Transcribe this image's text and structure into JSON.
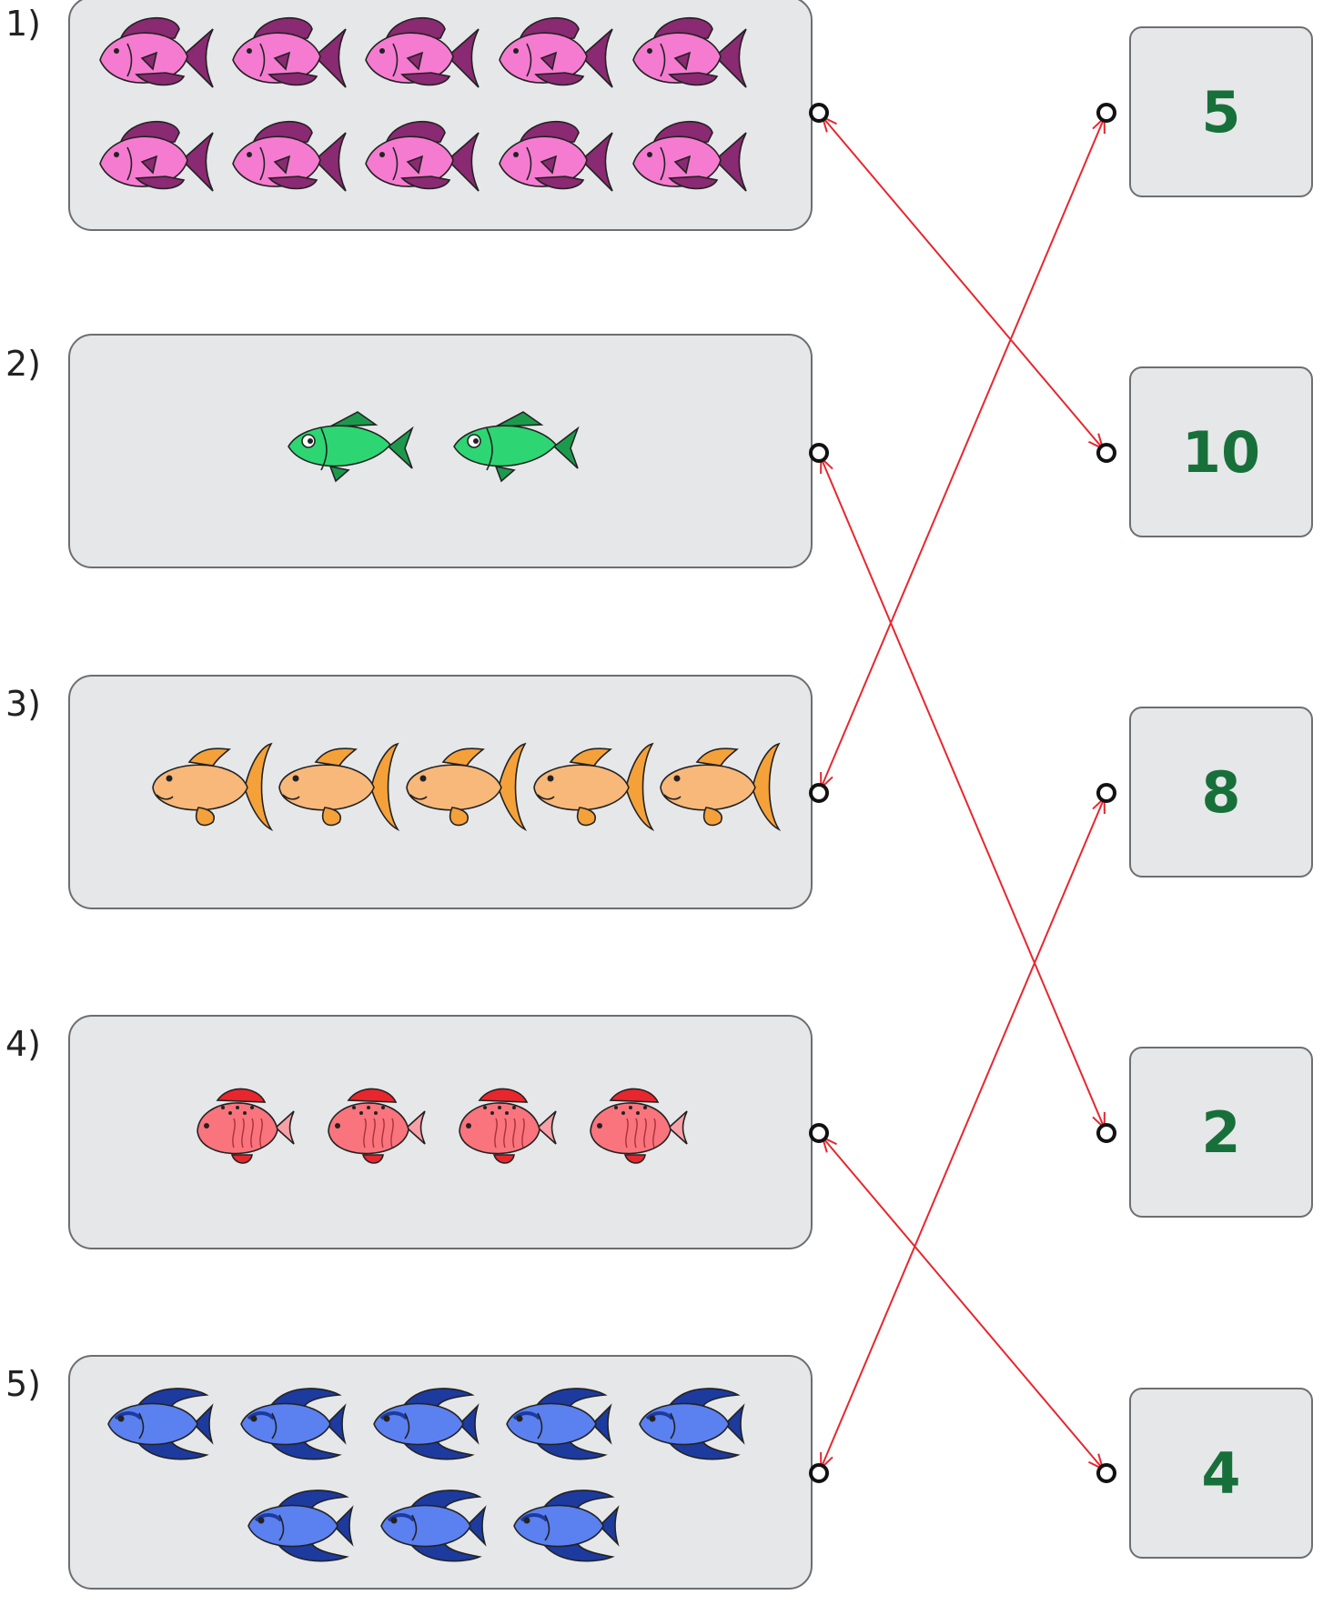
{
  "questions": [
    {
      "label": "1)",
      "count": 10,
      "fish_style": "pink",
      "body_color": "#f57bd0",
      "fin_color": "#8a2a72"
    },
    {
      "label": "2)",
      "count": 2,
      "fish_style": "green",
      "body_color": "#2dd672",
      "fin_color": "#1c9a4c"
    },
    {
      "label": "3)",
      "count": 5,
      "fish_style": "orange",
      "body_color": "#f7b87a",
      "fin_color": "#f5a13a"
    },
    {
      "label": "4)",
      "count": 4,
      "fish_style": "red",
      "body_color": "#f9747d",
      "fin_color": "#e8262d"
    },
    {
      "label": "5)",
      "count": 8,
      "fish_style": "blue",
      "body_color": "#5b80ef",
      "fin_color": "#1d3a9e"
    }
  ],
  "answers": [
    {
      "value": "5"
    },
    {
      "value": "10"
    },
    {
      "value": "8"
    },
    {
      "value": "2"
    },
    {
      "value": "4"
    }
  ],
  "connections": [
    {
      "from_question": 1,
      "to_answer": 2
    },
    {
      "from_question": 2,
      "to_answer": 4
    },
    {
      "from_question": 3,
      "to_answer": 1
    },
    {
      "from_question": 4,
      "to_answer": 5
    },
    {
      "from_question": 5,
      "to_answer": 3
    }
  ],
  "colors": {
    "line": "#e8262d",
    "number": "#17703a",
    "box": "#e6e7e9",
    "border": "#6d6e70"
  }
}
